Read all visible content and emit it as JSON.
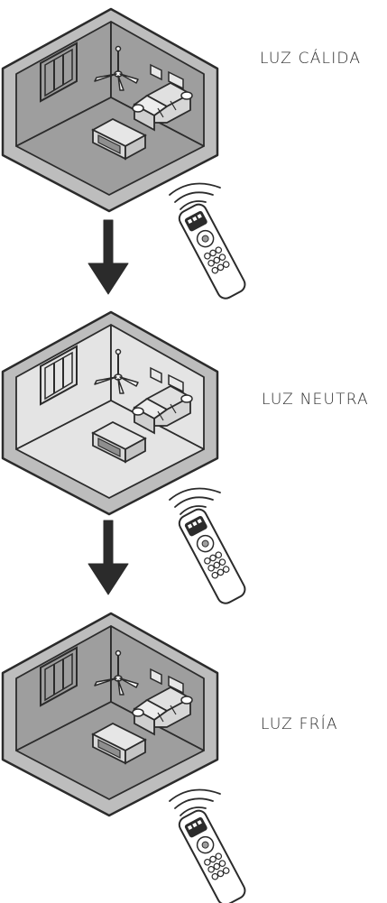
{
  "modes": [
    {
      "label": "LUZ CÁLIDA",
      "tone": "#9e9e9e"
    },
    {
      "label": "LUZ NEUTRA",
      "tone": "#e4e4e4"
    },
    {
      "label": "LUZ FRÍA",
      "tone": "#9e9e9e"
    }
  ],
  "colors": {
    "outline": "#2b2b2b",
    "wall_top": "#bdbdbd",
    "arrow": "#2b2b2b"
  },
  "icons": [
    "room-icon",
    "ceiling-fan-icon",
    "sofa-icon",
    "tv-stand-icon",
    "window-icon",
    "remote-control-icon",
    "signal-waves-icon",
    "down-arrow-icon"
  ]
}
